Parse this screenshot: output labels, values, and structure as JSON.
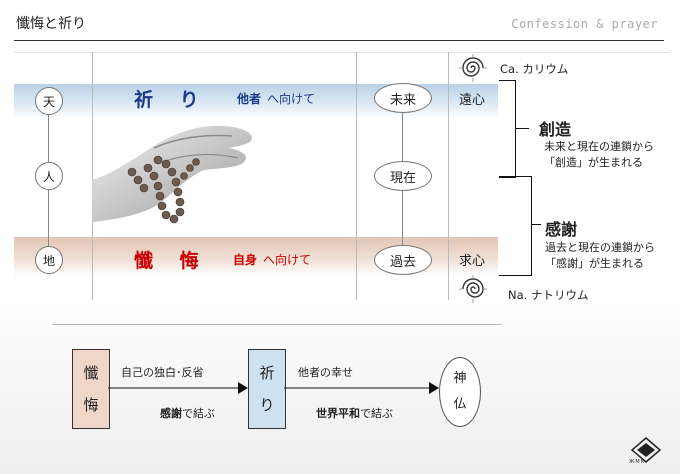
{
  "header": {
    "title": "懺悔と祈り",
    "title_en": "Confession & prayer"
  },
  "levels": {
    "heaven": "天",
    "human": "人",
    "earth": "地"
  },
  "prayer": {
    "name": "祈 り",
    "target_word": "他者",
    "target_rest": "へ向けて"
  },
  "repentance": {
    "name": "懺 悔",
    "target_word": "自身",
    "target_rest": "へ向けて"
  },
  "time": {
    "future": "未来",
    "present": "現在",
    "past": "過去"
  },
  "heart": {
    "far": "遠心",
    "seek": "求心"
  },
  "elements": {
    "potassium": "Ca. カリウム",
    "sodium": "Na. ナトリウム"
  },
  "creation": {
    "heading": "創造",
    "line1": "未来と現在の連鎖から",
    "line2": "「創造」が生まれる"
  },
  "gratitude": {
    "heading": "感謝",
    "line1": "過去と現在の連鎖から",
    "line2": "「感謝」が生まれる"
  },
  "flow": {
    "box1_a": "懺",
    "box1_b": "悔",
    "box2_a": "祈",
    "box2_b": "り",
    "arrow1_top": "自己の独白･反省",
    "arrow1_bottom_bold": "感謝",
    "arrow1_bottom_rest": "で結ぶ",
    "arrow2_top": "他者の幸せ",
    "arrow2_bottom_bold": "世界平和",
    "arrow2_bottom_rest": "で結ぶ",
    "god_a": "神",
    "god_b": "仏"
  },
  "logo": {
    "text": "ЖMK"
  },
  "colors": {
    "prayer_blue": "#1a3a8a",
    "repentance_red": "#cc0000",
    "band_blue": "#b9d1e6",
    "band_brown": "#e2c5b4",
    "box_repentance": "#efd6c8",
    "box_prayer": "#cde1f1"
  }
}
